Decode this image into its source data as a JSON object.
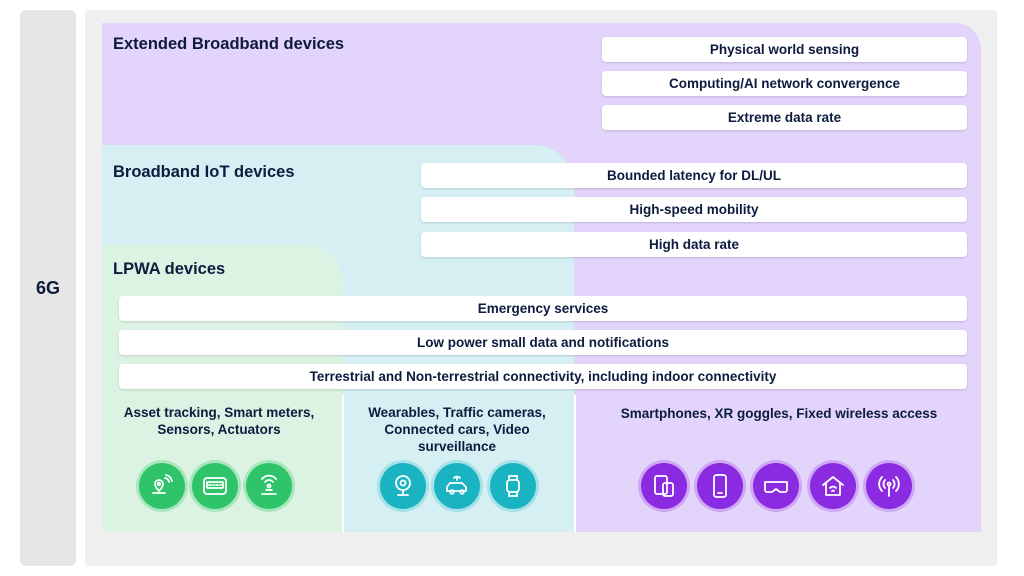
{
  "sidebar": {
    "label": "6G"
  },
  "sections": {
    "extended": {
      "title": "Extended Broadband devices"
    },
    "broadband_iot": {
      "title": "Broadband IoT devices"
    },
    "lpwa": {
      "title": "LPWA devices"
    }
  },
  "capabilities": {
    "extended": [
      "Physical world sensing",
      "Computing/AI network convergence",
      "Extreme data rate"
    ],
    "broadband_iot": [
      "Bounded latency for DL/UL",
      "High-speed mobility",
      "High data rate"
    ],
    "common": [
      "Emergency services",
      "Low power small data and notifications",
      "Terrestrial and Non-terrestrial connectivity, including indoor connectivity"
    ]
  },
  "device_groups": {
    "lpwa": {
      "caption": "Asset tracking, Smart meters, Sensors, Actuators",
      "icons": [
        "location-signal-icon",
        "smart-meter-icon",
        "sensor-icon"
      ],
      "color": "#2fc46a"
    },
    "broadband_iot": {
      "caption": "Wearables, Traffic cameras, Connected cars, Video surveillance",
      "icons": [
        "camera-icon",
        "connected-car-icon",
        "smartwatch-icon"
      ],
      "color": "#1ab3c2"
    },
    "extended": {
      "caption": "Smartphones, XR goggles, Fixed wireless access",
      "icons": [
        "devices-icon",
        "smartphone-icon",
        "xr-goggles-icon",
        "smart-home-icon",
        "antenna-icon"
      ],
      "color": "#8a2be2"
    }
  },
  "colors": {
    "extended_bg": "#e3d4fb",
    "broadband_iot_bg": "#d5eff3",
    "lpwa_bg": "#dcf3e3",
    "text": "#0d1b3e"
  }
}
